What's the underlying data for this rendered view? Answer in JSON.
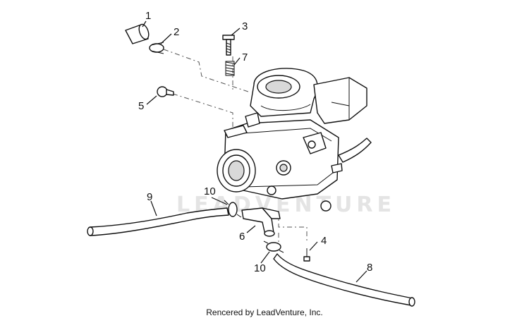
{
  "watermark": "LEADVENTURE",
  "credit": "Rencered by LeadVenture, Inc.",
  "callouts": {
    "c1": "1",
    "c2": "2",
    "c3": "3",
    "c4": "4",
    "c5": "5",
    "c6": "6",
    "c7": "7",
    "c8": "8",
    "c9": "9",
    "c10a": "10",
    "c10b": "10"
  }
}
